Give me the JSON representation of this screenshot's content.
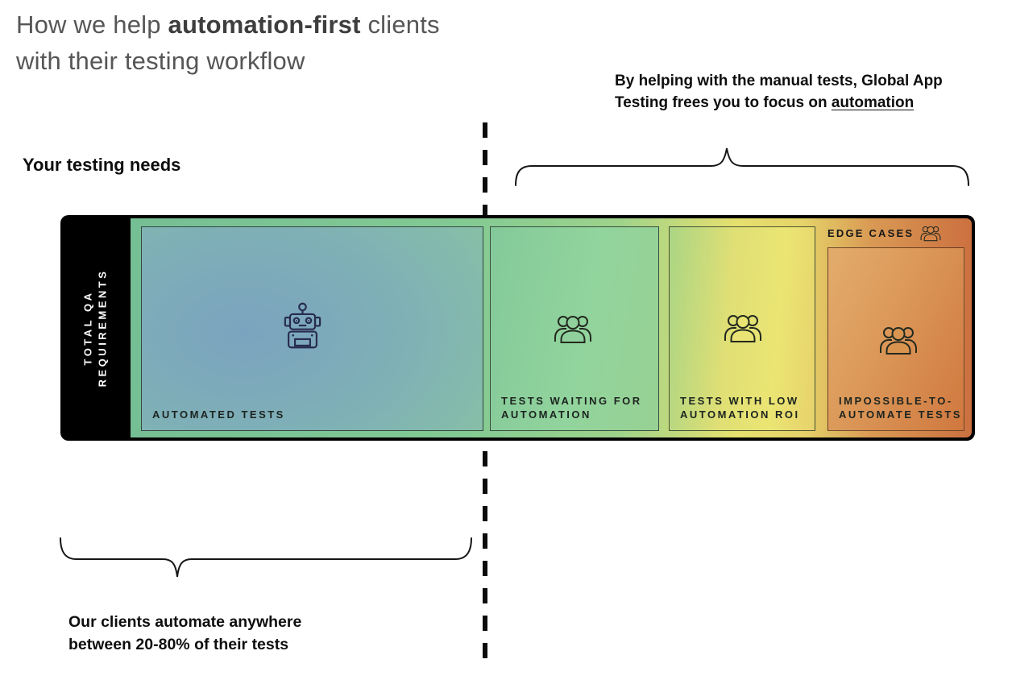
{
  "title": {
    "part1": "How we help ",
    "bold": "automation-first",
    "part2": " clients",
    "line2": "with their testing workflow"
  },
  "top_note": {
    "line1": "By helping with the manual tests, Global App",
    "line2_prefix": "Testing frees you to focus on ",
    "line2_underlined": "automation"
  },
  "left_label": "Your testing needs",
  "bar": {
    "side_label_line1": "TOTAL QA",
    "side_label_line2": "REQUIREMENTS",
    "edge_cases_label": "EDGE CASES"
  },
  "sections": [
    {
      "name": "automated-tests",
      "icon": "robot-icon",
      "label_line1": "AUTOMATED TESTS",
      "label_line2": ""
    },
    {
      "name": "tests-waiting-for-automation",
      "icon": "people-icon",
      "label_line1": "TESTS WAITING FOR",
      "label_line2": "AUTOMATION"
    },
    {
      "name": "tests-with-low-automation-roi",
      "icon": "people-icon",
      "label_line1": "TESTS WITH LOW",
      "label_line2": "AUTOMATION ROI"
    },
    {
      "name": "impossible-to-automate-tests",
      "icon": "people-icon",
      "label_line1": "IMPOSSIBLE-TO-",
      "label_line2": "AUTOMATE TESTS"
    }
  ],
  "bottom_note": {
    "line1": "Our clients automate anywhere",
    "line2": "between 20-80% of their tests"
  },
  "colors": {
    "gradient_green_start": "#76c095",
    "gradient_green": "#8bcd92",
    "gradient_yellow": "#e7e06f",
    "gradient_orange_end": "#cc7040",
    "box1_blue_center": "#7ba3bf",
    "robot_navy": "#272c4e",
    "icon_ink": "#23291f",
    "label_ink": "#1d2420",
    "side_label_white": "#ffffff",
    "title_gray": "#565656",
    "ink": "#0e0e0e"
  }
}
